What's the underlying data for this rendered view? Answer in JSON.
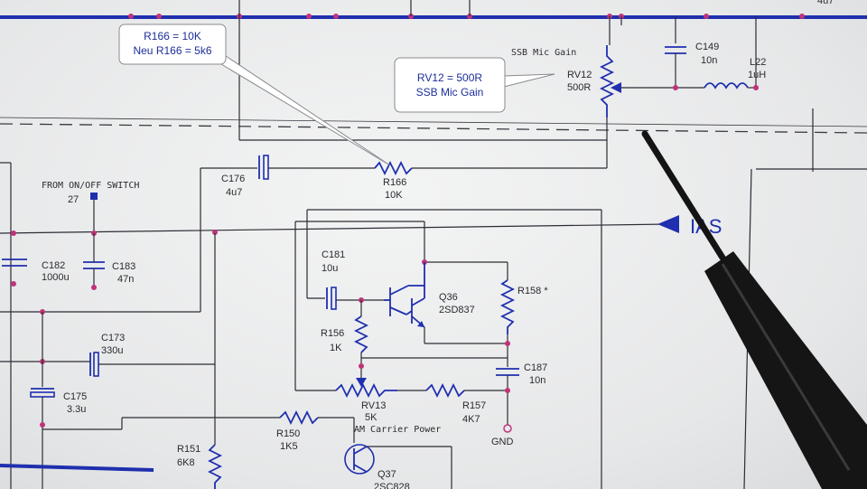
{
  "callouts": {
    "r166_line1": "R166 = 10K",
    "r166_line2": "Neu R166 = 5k6",
    "rv12_line1": "RV12 = 500R",
    "rv12_line2": "SSB Mic Gain"
  },
  "labels": {
    "ssb_mic_gain": "SSB Mic Gain",
    "rv12_name": "RV12",
    "rv12_val": "500R",
    "c149_name": "C149",
    "c149_val": "10n",
    "l22_name": "L22",
    "l22_val": "1uH",
    "c176_name": "C176",
    "c176_val": "4u7",
    "r166_name": "R166",
    "r166_val": "10K",
    "from_switch": "FROM ON/OFF SWITCH",
    "pin27": "27",
    "c182_name": "C182",
    "c182_val": "1000u",
    "c183_name": "C183",
    "c183_val": "47n",
    "c181_name": "C181",
    "c181_val": "10u",
    "q36_name": "Q36",
    "q36_val": "2SD837",
    "r158_name": "R158 *",
    "r156_name": "R156",
    "r156_val": "1K",
    "c187_name": "C187",
    "c187_val": "10n",
    "c173_name": "C173",
    "c173_val": "330u",
    "c175_name": "C175",
    "c175_val": "3.3u",
    "rv13_name": "RV13",
    "rv13_val": "5K",
    "r157_name": "R157",
    "r157_val": "4K7",
    "am_carrier": "AM Carrier Power",
    "gnd": "GND",
    "r150_name": "R150",
    "r150_val": "1K5",
    "r151_name": "R151",
    "r151_val": "6K8",
    "q37_name": "Q37",
    "q37_val": "2SC828",
    "bias_partial": "IAS",
    "top_right_partial": "4u7"
  },
  "colors": {
    "ink": "#2c2c34",
    "blue": "#1f2fae",
    "junction": "#c0337a",
    "callout_text": "#1c2e9a",
    "probe": "#141414"
  }
}
